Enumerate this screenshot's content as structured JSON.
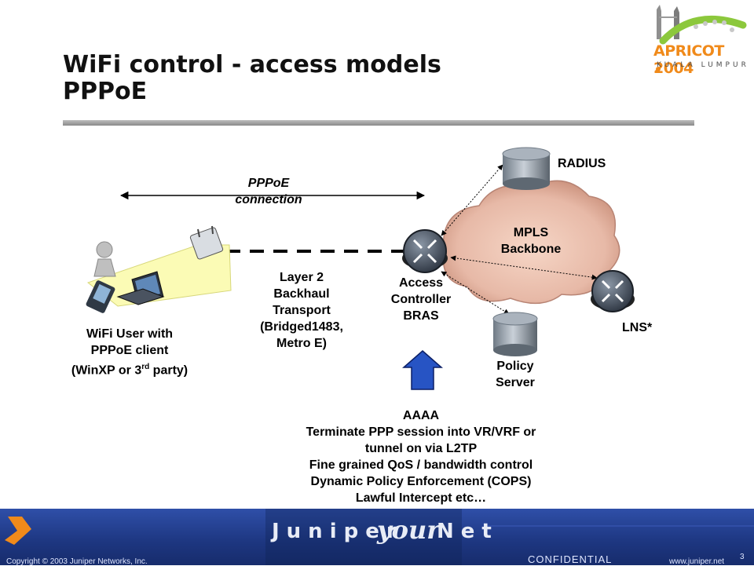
{
  "slide": {
    "title_line1": "WiFi control - access models",
    "title_line2": "PPPoE",
    "page_number": "3"
  },
  "conference_logo": {
    "name": "APRICOT 2004",
    "city": "KUALA LUMPUR"
  },
  "diagram": {
    "pppoe_label_1": "PPPoE",
    "pppoe_label_2": "connection",
    "radius": "RADIUS",
    "mpls_1": "MPLS",
    "mpls_2": "Backbone",
    "access_1": "Access",
    "access_2": "Controller",
    "access_3": "BRAS",
    "lns": "LNS*",
    "policy_1": "Policy",
    "policy_2": "Server",
    "layer2": [
      "Layer 2",
      "Backhaul",
      "Transport",
      "(Bridged1483,",
      "Metro E)"
    ],
    "wifi_user_1": "WiFi User with",
    "wifi_user_2": "PPPoE client",
    "wifi_user_3_pre": "(WinXP or 3",
    "wifi_user_3_sup": "rd",
    "wifi_user_3_post": " party)"
  },
  "features": [
    "AAAA",
    "Terminate PPP session into VR/VRF or",
    "tunnel on via L2TP",
    "Fine grained QoS / bandwidth control",
    "Dynamic Policy Enforcement (COPS)",
    "Lawful Intercept etc…"
  ],
  "footer": {
    "copyright": "Copyright © 2003 Juniper Networks, Inc.",
    "brand_left": "Juniper",
    "brand_mid": "your",
    "brand_right": "Net",
    "confidential": "CONFIDENTIAL",
    "website": "www.juniper.net"
  },
  "colors": {
    "footer_blue": "#1d3680",
    "logo_orange": "#f08a1a",
    "cloud": "#e7b9a7",
    "coverage_beam": "#fbfbb5",
    "upload_arrow": "#2754c4"
  }
}
